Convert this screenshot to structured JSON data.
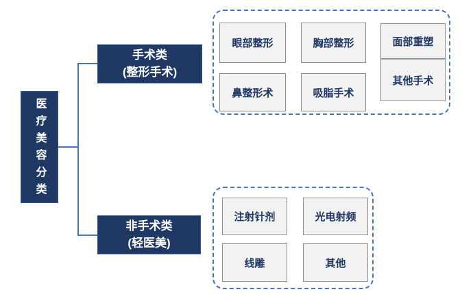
{
  "diagram": {
    "title": "医疗美容分类",
    "root": {
      "label": "医疗美容分类"
    },
    "branches": [
      {
        "id": "surgical",
        "label_line1": "手术类",
        "label_line2": "(整形手术)",
        "items": [
          "眼部整形",
          "胸部整形",
          "面部重塑",
          "鼻整形术",
          "吸脂手术",
          "其他手术"
        ]
      },
      {
        "id": "non-surgical",
        "label_line1": "非手术类",
        "label_line2": "(轻医美)",
        "items": [
          "注射针剂",
          "光电射频",
          "线雕",
          "其他"
        ]
      }
    ],
    "colors": {
      "node_fill": "#1F3864",
      "node_border": "#2F5597",
      "node_text": "#FFFFFF",
      "connector": "#4472C4",
      "group_dashed_border": "#4472C4",
      "item_fill": "#F2F2F2",
      "item_border": "#8C8C8C",
      "item_text": "#1F3864",
      "background": "#FFFFFF"
    }
  }
}
